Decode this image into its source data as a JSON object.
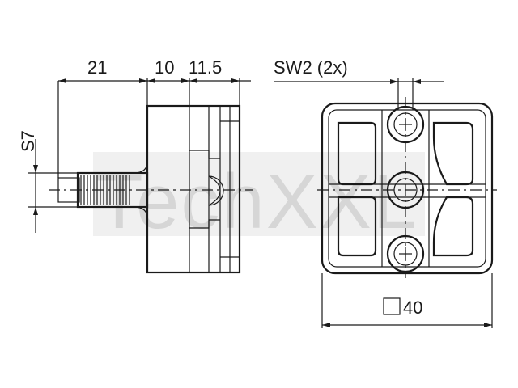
{
  "watermark": "TechXXL",
  "dimensions": {
    "d21": "21",
    "d10": "10",
    "d11_5": "11.5",
    "sw2": "SW2 (2x)",
    "s7": "S7",
    "sq40": "40"
  },
  "colors": {
    "line": "#1a1a1a",
    "watermark": "#d6d6d6"
  }
}
